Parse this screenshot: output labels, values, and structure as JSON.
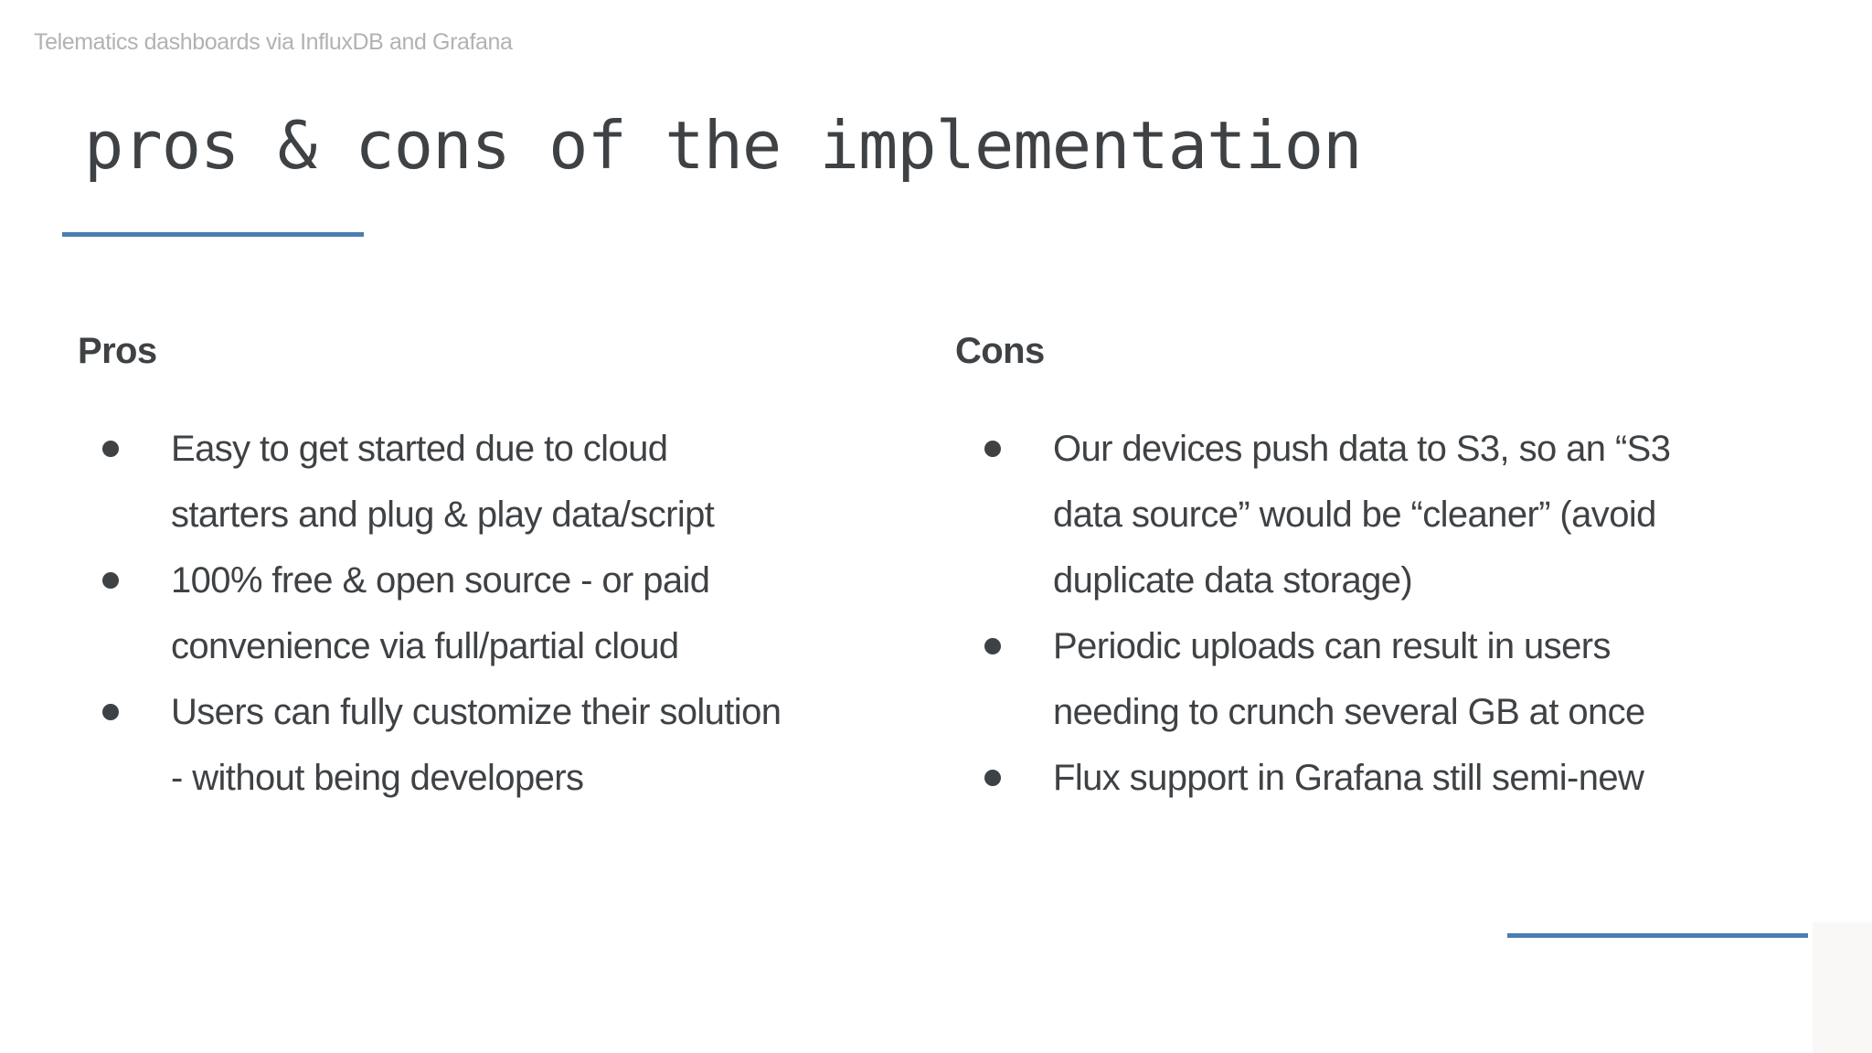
{
  "header": {
    "project": "Telematics dashboards via InfluxDB and Grafana",
    "title": "pros & cons of the implementation"
  },
  "colors": {
    "accent": "#4a7db3",
    "text": "#3f4245",
    "muted": "#b2b2b2",
    "corner": "#faf8f6"
  },
  "pros": {
    "heading": "Pros",
    "items": [
      {
        "lines": [
          "Easy to get started due to cloud",
          "starters and plug & play data/script"
        ]
      },
      {
        "lines": [
          "100% free & open source - or paid",
          "convenience via full/partial cloud"
        ]
      },
      {
        "lines": [
          "Users can fully customize their solution",
          "- without being developers"
        ]
      }
    ]
  },
  "cons": {
    "heading": "Cons",
    "items": [
      {
        "lines": [
          "Our devices push data to S3, so an “S3",
          "data source” would be “cleaner” (avoid",
          "duplicate data storage)"
        ]
      },
      {
        "lines": [
          "Periodic uploads can result in users",
          "needing to crunch several GB at once"
        ]
      },
      {
        "lines": [
          "Flux support in Grafana still semi-new"
        ]
      }
    ]
  }
}
